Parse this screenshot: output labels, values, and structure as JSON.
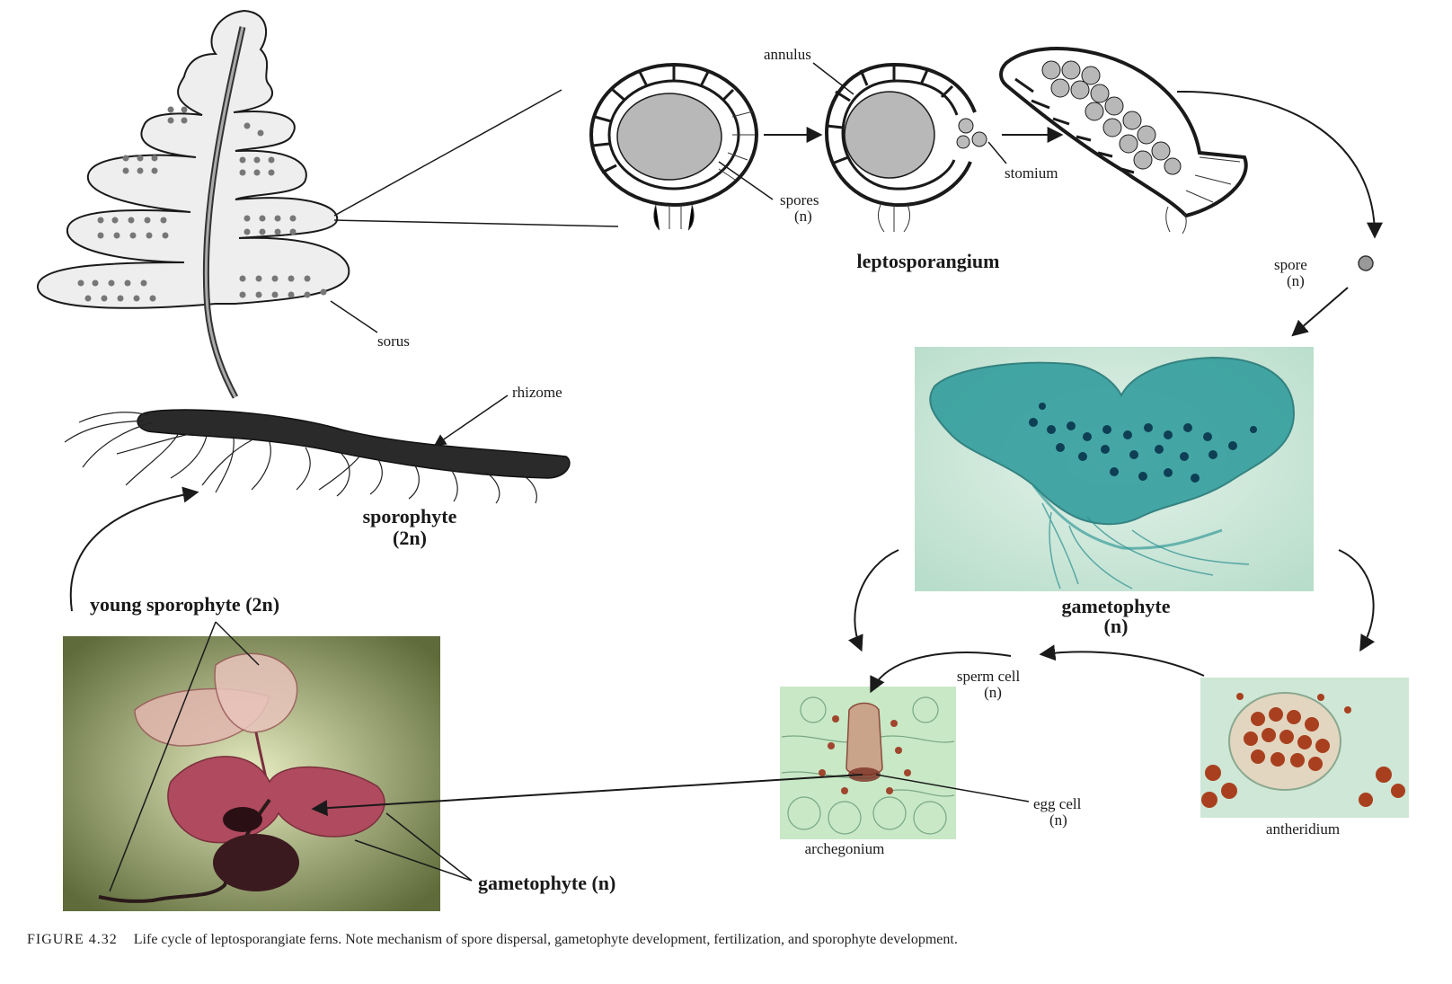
{
  "labels": {
    "annulus": "annulus",
    "spores": "spores",
    "spores_ploidy": "(n)",
    "stomium": "stomium",
    "leptosporangium": "leptosporangium",
    "spore": "spore",
    "spore_ploidy": "(n)",
    "sorus": "sorus",
    "rhizome": "rhizome",
    "sporophyte": "sporophyte",
    "sporophyte_ploidy": "(2n)",
    "young_sporophyte": "young sporophyte (2n)",
    "gametophyte_top": "gametophyte",
    "gametophyte_top_ploidy": "(n)",
    "sperm_cell": "sperm cell",
    "sperm_ploidy": "(n)",
    "egg_cell": "egg cell",
    "egg_ploidy": "(n)",
    "archegonium": "archegonium",
    "antheridium": "antheridium",
    "gametophyte_bottom": "gametophyte (n)"
  },
  "caption": {
    "figure": "FIGURE 4.32",
    "text": "Life cycle of leptosporangiate ferns. Note mechanism of spore dispersal, gametophyte development, fertilization, and sporophyte development."
  },
  "colors": {
    "ink": "#1a1a1a",
    "gametophyte_photo_bg": "#cfe9dc",
    "gametophyte_stain": "#1f8f8f",
    "sporophyte_photo_bg": "#cfcf9c",
    "sporophyte_tissue": "#b04a5f",
    "antheridium_stain": "#a8401f"
  }
}
